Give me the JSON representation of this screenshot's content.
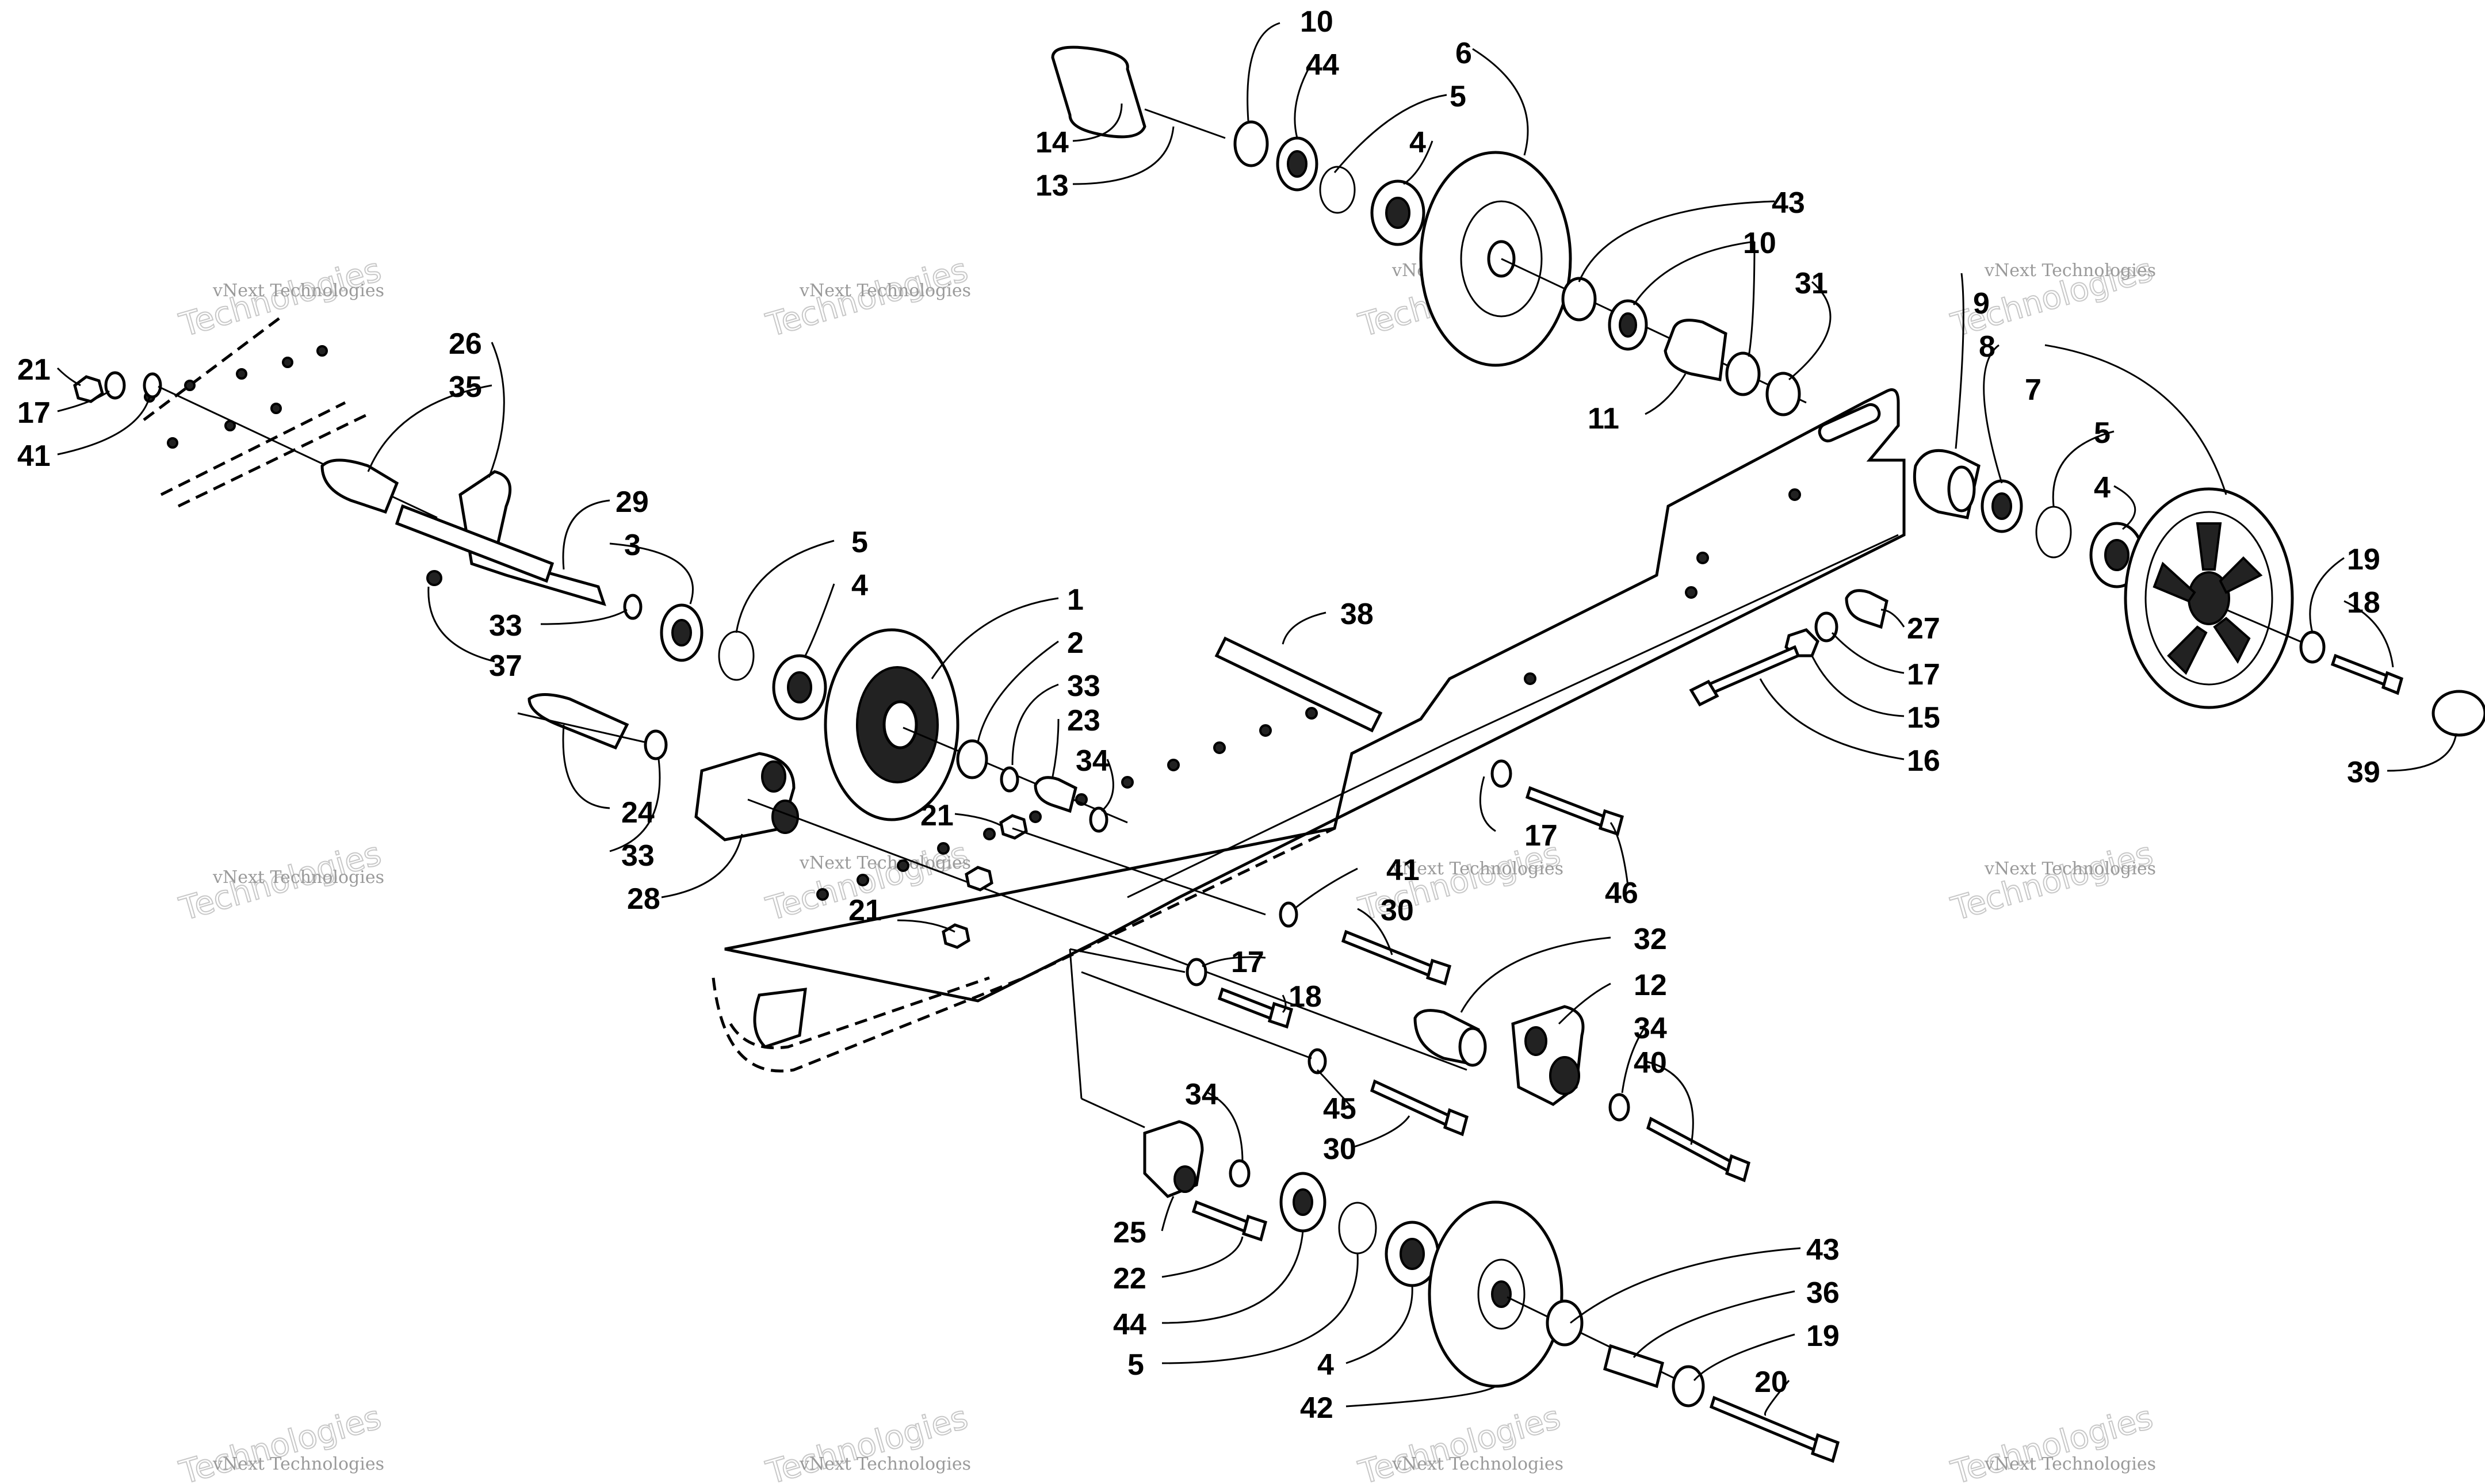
{
  "diagram": {
    "callouts": [
      {
        "id": "c10a",
        "text": "10"
      },
      {
        "id": "c44a",
        "text": "44"
      },
      {
        "id": "c6",
        "text": "6"
      },
      {
        "id": "c5a",
        "text": "5"
      },
      {
        "id": "c4a",
        "text": "4"
      },
      {
        "id": "c14",
        "text": "14"
      },
      {
        "id": "c13",
        "text": "13"
      },
      {
        "id": "c43a",
        "text": "43"
      },
      {
        "id": "c10b",
        "text": "10"
      },
      {
        "id": "c31",
        "text": "31"
      },
      {
        "id": "c11",
        "text": "11"
      },
      {
        "id": "c9",
        "text": "9"
      },
      {
        "id": "c8",
        "text": "8"
      },
      {
        "id": "c7",
        "text": "7"
      },
      {
        "id": "c5b",
        "text": "5"
      },
      {
        "id": "c4b",
        "text": "4"
      },
      {
        "id": "c19a",
        "text": "19"
      },
      {
        "id": "c18a",
        "text": "18"
      },
      {
        "id": "c39",
        "text": "39"
      },
      {
        "id": "c27",
        "text": "27"
      },
      {
        "id": "c17a",
        "text": "17"
      },
      {
        "id": "c15",
        "text": "15"
      },
      {
        "id": "c16",
        "text": "16"
      },
      {
        "id": "c21a",
        "text": "21"
      },
      {
        "id": "c17b",
        "text": "17"
      },
      {
        "id": "c41a",
        "text": "41"
      },
      {
        "id": "c26",
        "text": "26"
      },
      {
        "id": "c35",
        "text": "35"
      },
      {
        "id": "c29",
        "text": "29"
      },
      {
        "id": "c3",
        "text": "3"
      },
      {
        "id": "c5c",
        "text": "5"
      },
      {
        "id": "c4c",
        "text": "4"
      },
      {
        "id": "c33a",
        "text": "33"
      },
      {
        "id": "c37",
        "text": "37"
      },
      {
        "id": "c38",
        "text": "38"
      },
      {
        "id": "c1",
        "text": "1"
      },
      {
        "id": "c2",
        "text": "2"
      },
      {
        "id": "c33b",
        "text": "33"
      },
      {
        "id": "c23",
        "text": "23"
      },
      {
        "id": "c34a",
        "text": "34"
      },
      {
        "id": "c24",
        "text": "24"
      },
      {
        "id": "c33c",
        "text": "33"
      },
      {
        "id": "c28",
        "text": "28"
      },
      {
        "id": "c21b",
        "text": "21"
      },
      {
        "id": "c21c",
        "text": "21"
      },
      {
        "id": "c17c",
        "text": "17"
      },
      {
        "id": "c46",
        "text": "46"
      },
      {
        "id": "c41b",
        "text": "41"
      },
      {
        "id": "c30a",
        "text": "30"
      },
      {
        "id": "c32",
        "text": "32"
      },
      {
        "id": "c12",
        "text": "12"
      },
      {
        "id": "c34b",
        "text": "34"
      },
      {
        "id": "c40",
        "text": "40"
      },
      {
        "id": "c17d",
        "text": "17"
      },
      {
        "id": "c18b",
        "text": "18"
      },
      {
        "id": "c45",
        "text": "45"
      },
      {
        "id": "c30b",
        "text": "30"
      },
      {
        "id": "c34c",
        "text": "34"
      },
      {
        "id": "c25",
        "text": "25"
      },
      {
        "id": "c22",
        "text": "22"
      },
      {
        "id": "c44b",
        "text": "44"
      },
      {
        "id": "c5d",
        "text": "5"
      },
      {
        "id": "c4d",
        "text": "4"
      },
      {
        "id": "c42",
        "text": "42"
      },
      {
        "id": "c43b",
        "text": "43"
      },
      {
        "id": "c36",
        "text": "36"
      },
      {
        "id": "c19b",
        "text": "19"
      },
      {
        "id": "c20",
        "text": "20"
      }
    ],
    "watermark": {
      "line1": "vNext Technologies",
      "line2": "Technologies"
    }
  }
}
